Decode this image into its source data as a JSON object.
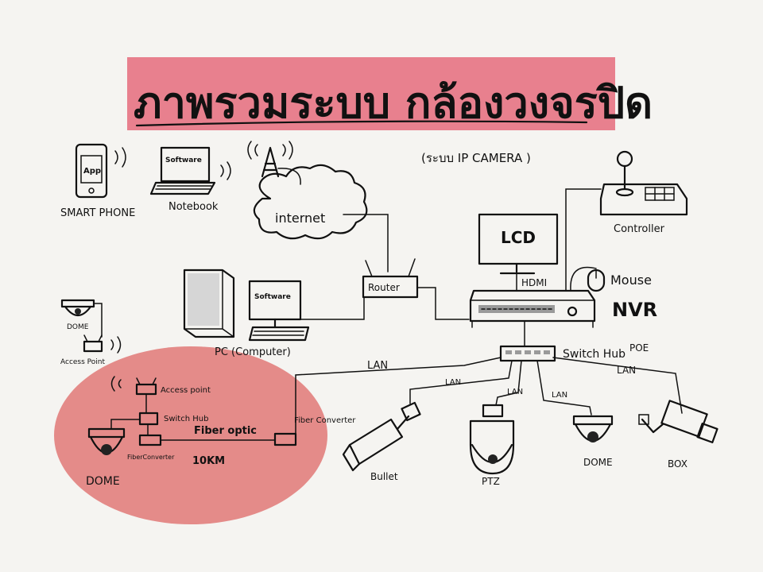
{
  "title": "ภาพรวมระบบ กล้องวงจรปิด",
  "subtitle": "(ระบบ IP CAMERA )",
  "colors": {
    "title_bg": "#e8808e",
    "fiber_zone": "#e48b89",
    "ink": "#111111",
    "paper": "#f5f4f1"
  },
  "labels": {
    "smart_phone": "SMART PHONE",
    "app": "App",
    "notebook": "Notebook",
    "notebook_screen": "Software",
    "internet": "internet",
    "router": "Router",
    "pc": "PC (Computer)",
    "pc_screen": "Software",
    "dome_left": "DOME",
    "access_point_left": "Access Point",
    "lcd": "LCD",
    "hdmi": "HDMI",
    "mouse": "Mouse",
    "nvr": "NVR",
    "controller": "Controller",
    "switch_hub_poe": "Switch Hub",
    "poe": "POE",
    "lan_main": "LAN",
    "lan_bullet": "LAN",
    "lan_ptz": "LAN",
    "lan_dome": "LAN",
    "lan_box": "LAN",
    "bullet": "Bullet",
    "ptz": "PTZ",
    "dome_right": "DOME",
    "box": "BOX",
    "access_point_zone": "Access point",
    "switch_hub_zone": "Switch Hub",
    "fiber_optic": "Fiber optic",
    "fiber_converter_left": "FiberConverter",
    "fiber_converter_right": "Fiber Converter",
    "distance": "10KM",
    "dome_zone": "DOME"
  }
}
